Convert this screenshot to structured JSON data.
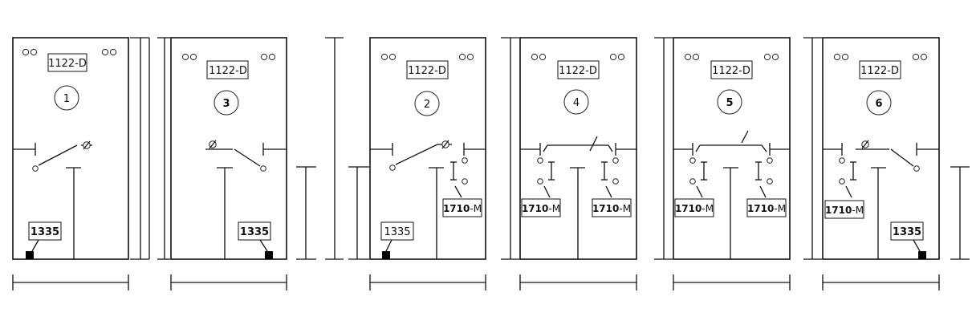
{
  "cubicles": [
    {
      "number": "1",
      "number_bold": false,
      "top_label": "1122-D",
      "bottom_label": "1335"
    },
    {
      "number": "3",
      "number_bold": true,
      "top_label": "1122-D",
      "bottom_label": "1335"
    },
    {
      "number": "2",
      "number_bold": false,
      "top_label": "1122-D",
      "bottom_label": "1335",
      "motor_label_bold": "1710",
      "motor_label_rest": "-M"
    },
    {
      "number": "4",
      "number_bold": true,
      "top_label": "1122-D",
      "motor_left_bold": "1710",
      "motor_left_rest": "-M",
      "motor_right_bold": "1710",
      "motor_right_rest": "-M"
    },
    {
      "number": "5",
      "number_bold": true,
      "top_label": "1122-D",
      "motor_left_bold": "1710",
      "motor_left_rest": "-M",
      "motor_right_bold": "1710",
      "motor_right_rest": "-M"
    },
    {
      "number": "6",
      "number_bold": true,
      "top_label": "1122-D",
      "motor_left_bold": "1710",
      "motor_left_rest": "-M",
      "bottom_label": "1335"
    }
  ],
  "colors": {
    "line": "#111111",
    "terminal": "#000000",
    "background": "#ffffff"
  }
}
